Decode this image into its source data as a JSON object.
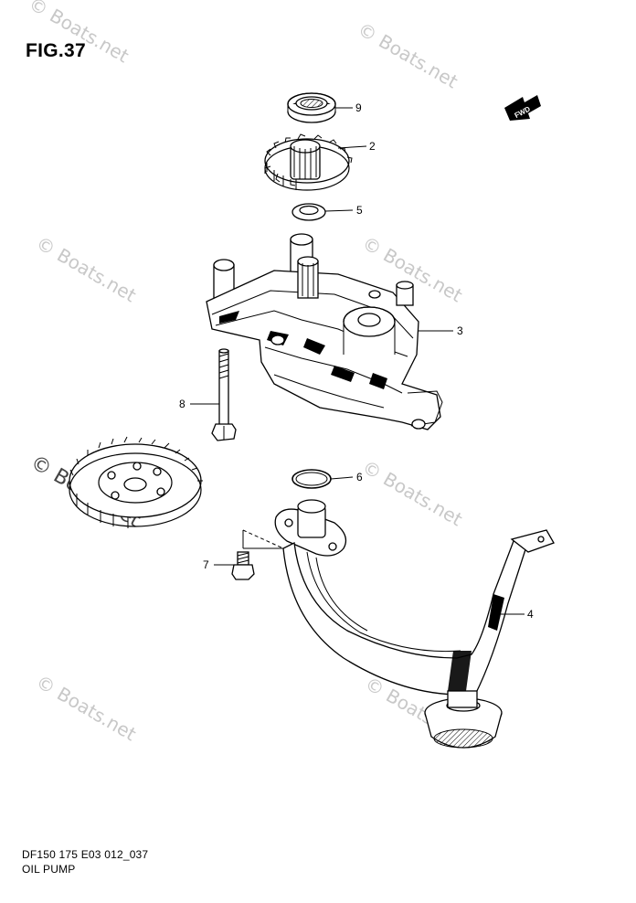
{
  "figure": {
    "title": "FIG.37",
    "code": "DF150 175 E03 012_037",
    "name": "OIL PUMP",
    "fwd_label": "FWD"
  },
  "watermark": {
    "text": "© Boats.net",
    "prominent_text": "© Boats.net"
  },
  "callouts": [
    {
      "number": "9",
      "part": "oil-seal"
    },
    {
      "number": "2",
      "part": "drive-gear"
    },
    {
      "number": "5",
      "part": "washer"
    },
    {
      "number": "3",
      "part": "oil-pump-assembly"
    },
    {
      "number": "8",
      "part": "long-bolt"
    },
    {
      "number": "6",
      "part": "o-ring"
    },
    {
      "number": "7",
      "part": "short-bolt"
    },
    {
      "number": "4",
      "part": "oil-strainer-pipe"
    }
  ]
}
